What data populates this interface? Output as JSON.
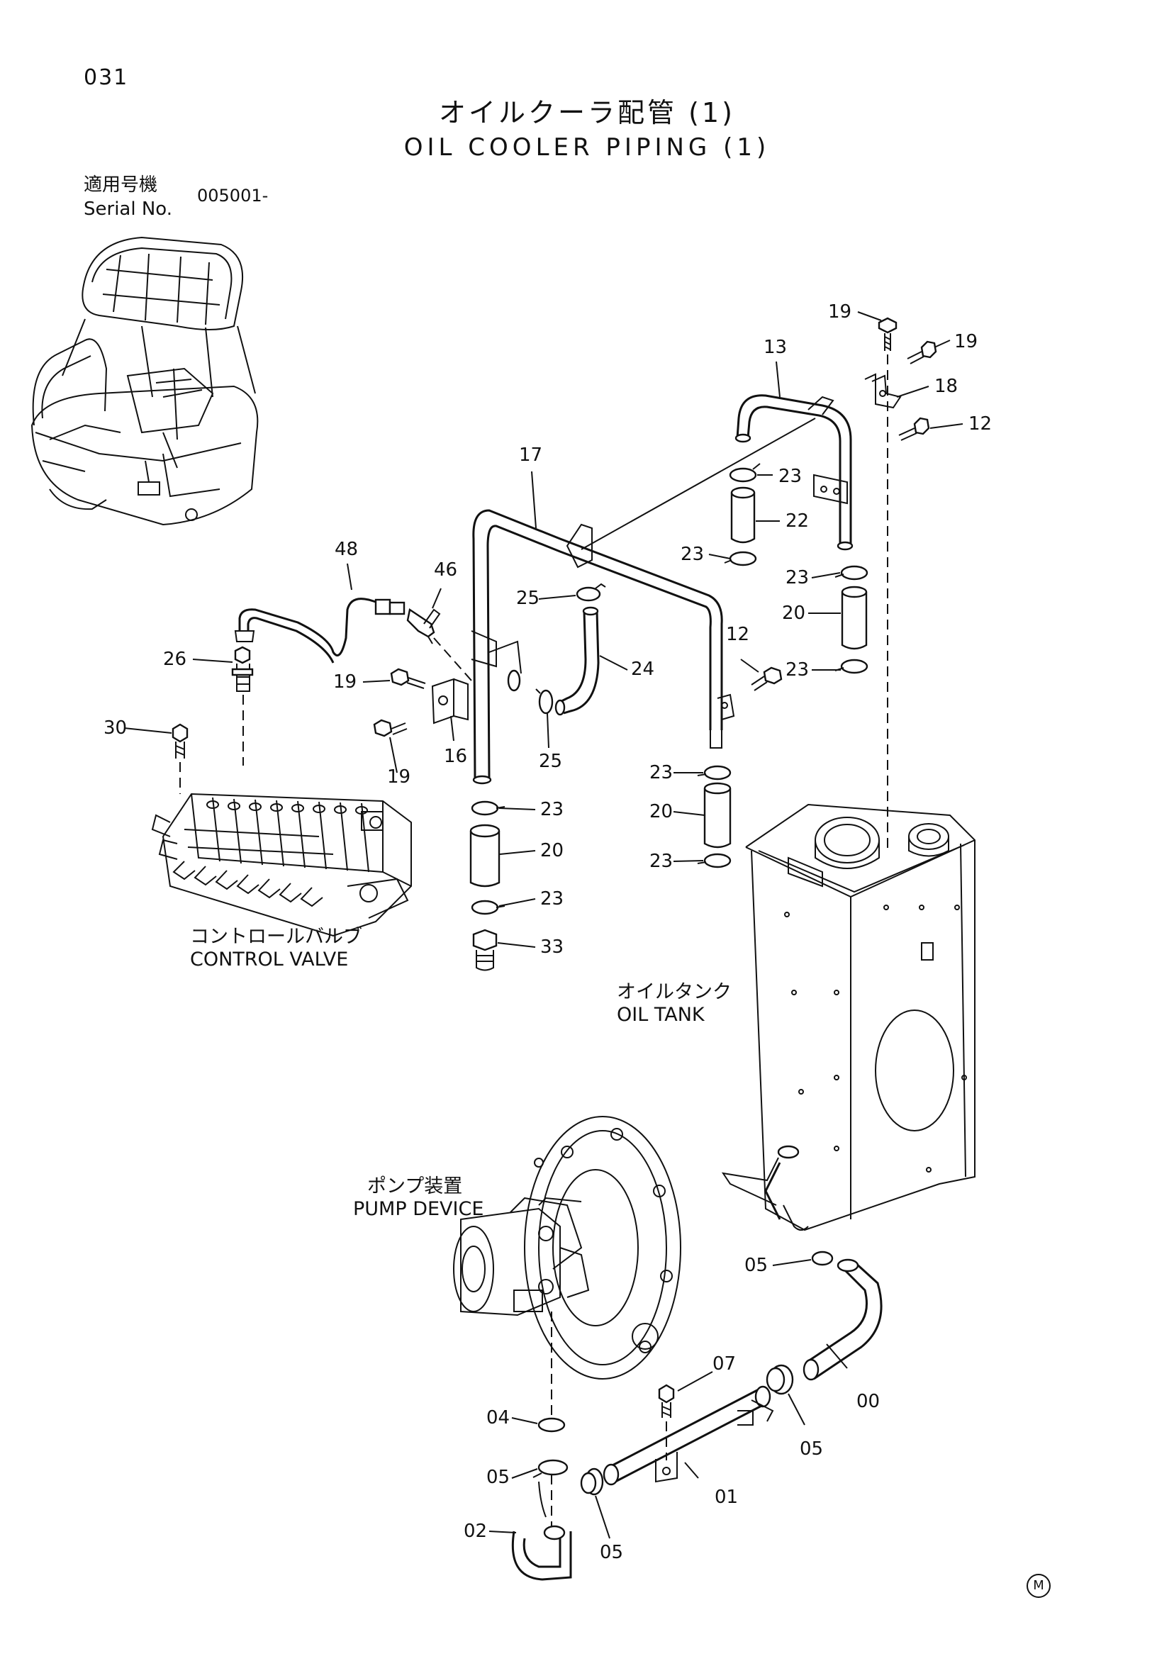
{
  "header": {
    "page_number": "031",
    "title_jp": "オイルクーラ配管 (1)",
    "title_en": "OIL COOLER PIPING (1)",
    "serial_label_jp": "適用号機",
    "serial_label_en": "Serial No.",
    "serial_value": "005001-"
  },
  "components": {
    "control_valve_jp": "コントロールバルブ",
    "control_valve_en": "CONTROL VALVE",
    "oil_tank_jp": "オイルタンク",
    "oil_tank_en": "OIL TANK",
    "pump_device_jp": "ポンプ装置",
    "pump_device_en": "PUMP DEVICE"
  },
  "callouts": [
    {
      "id": "c19a",
      "text": "19"
    },
    {
      "id": "c19b",
      "text": "19"
    },
    {
      "id": "c13",
      "text": "13"
    },
    {
      "id": "c18",
      "text": "18"
    },
    {
      "id": "c12a",
      "text": "12"
    },
    {
      "id": "c17",
      "text": "17"
    },
    {
      "id": "c23a",
      "text": "23"
    },
    {
      "id": "c22",
      "text": "22"
    },
    {
      "id": "c23b",
      "text": "23"
    },
    {
      "id": "c23c",
      "text": "23"
    },
    {
      "id": "c48",
      "text": "48"
    },
    {
      "id": "c46",
      "text": "46"
    },
    {
      "id": "c25a",
      "text": "25"
    },
    {
      "id": "c20a",
      "text": "20"
    },
    {
      "id": "c26",
      "text": "26"
    },
    {
      "id": "c24",
      "text": "24"
    },
    {
      "id": "c12b",
      "text": "12"
    },
    {
      "id": "c23d",
      "text": "23"
    },
    {
      "id": "c19c",
      "text": "19"
    },
    {
      "id": "c30",
      "text": "30"
    },
    {
      "id": "c16",
      "text": "16"
    },
    {
      "id": "c25b",
      "text": "25"
    },
    {
      "id": "c19d",
      "text": "19"
    },
    {
      "id": "c23e",
      "text": "23"
    },
    {
      "id": "c23f",
      "text": "23"
    },
    {
      "id": "c20b",
      "text": "20"
    },
    {
      "id": "c20c",
      "text": "20"
    },
    {
      "id": "c23g",
      "text": "23"
    },
    {
      "id": "c23h",
      "text": "23"
    },
    {
      "id": "c33",
      "text": "33"
    },
    {
      "id": "c05a",
      "text": "05"
    },
    {
      "id": "c07",
      "text": "07"
    },
    {
      "id": "c00",
      "text": "00"
    },
    {
      "id": "c04",
      "text": "04"
    },
    {
      "id": "c05b",
      "text": "05"
    },
    {
      "id": "c05c",
      "text": "05"
    },
    {
      "id": "c01",
      "text": "01"
    },
    {
      "id": "c02",
      "text": "02"
    },
    {
      "id": "c05d",
      "text": "05"
    }
  ],
  "footer": {
    "mark": "M"
  }
}
